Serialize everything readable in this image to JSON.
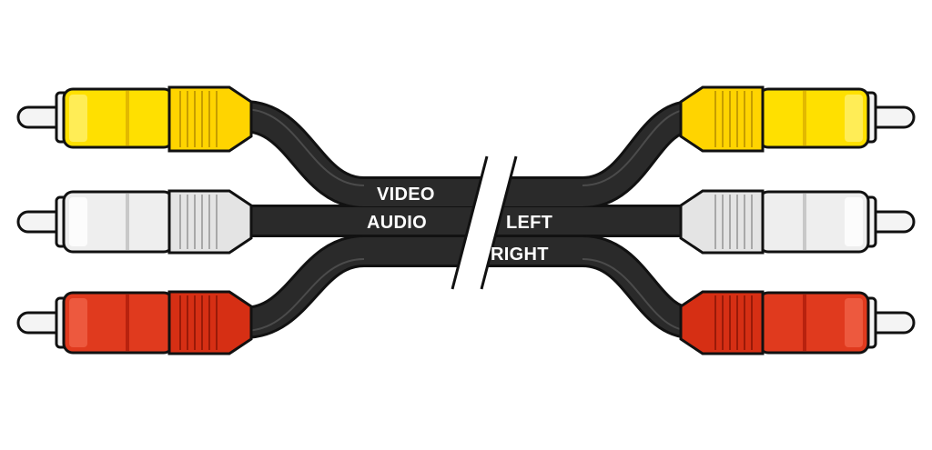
{
  "labels": {
    "video": "VIDEO",
    "audio": "AUDIO",
    "left": "LEFT",
    "right": "RIGHT"
  },
  "connectors": [
    {
      "name": "video",
      "color": "#FFE000",
      "shade": "#E2B900",
      "highlight": "#FFF27A"
    },
    {
      "name": "audio-left",
      "color": "#EEEEEE",
      "shade": "#C8C8C8",
      "highlight": "#FFFFFF"
    },
    {
      "name": "audio-right",
      "color": "#E03A1E",
      "shade": "#B8220E",
      "highlight": "#F2674B"
    }
  ],
  "colors": {
    "cable": "#2A2A2A",
    "outline": "#111111",
    "pin": "#F4F4F4",
    "background": "#FFFFFF"
  }
}
